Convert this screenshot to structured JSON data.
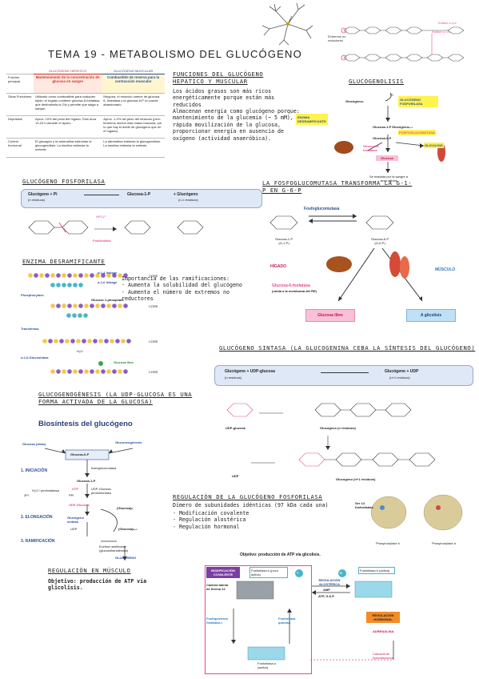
{
  "title": "TEMA 19 - METABOLISMO DEL GLUCÓGENO",
  "top_diagram": {
    "extremos": "Extremos no reductores",
    "enlace_a14": "Enlace α-1,4",
    "enlace_a16": "Enlace α-1,6"
  },
  "table": {
    "headers": [
      "GLUCÓGENO HEPÁTICO",
      "GLUCÓGENO MUSCULAR"
    ],
    "rows": [
      {
        "label": "Función principal",
        "hep": "Mantenimiento de la concentración de glucosa en sangre",
        "mus": "Combustible de reserva para la contracción muscular"
      },
      {
        "label": "Otras Funciones",
        "hep": "Utilizado como combustible para cualquier tejido: el hígado contiene glucosa-6-fosfatasa que desfosforila la Glc y permite que salga a sangre.",
        "mus": "Ninguna, el músculo carece de glucosa- 6- fosfatasa y la glucosa-6-P no puede abandonarlo."
      },
      {
        "label": "Depósitos",
        "hep": "Aprox. 10% del peso del hígado. Sólo dura 12-24 h durante el ayuno",
        "mus": "Aprox. 1-2% del peso del músculo (pero tenemos mucha más masa muscular, por lo que hay el doble de glucógeno que en el hígado)"
      },
      {
        "label": "Control hormonal",
        "hep": "El glucagón y la adrenalina estimulan la glucogenólisis. La insulina estimula la síntesis.",
        "mus": "La adrenalina estimula la glucogenólisis. La insulina estimula la síntesis."
      }
    ]
  },
  "funciones": {
    "heading": "FUNCIONES DEL GLUCÓGENO HEPÁTICO Y MUSCULAR",
    "text1": "Los ácidos grasos son más ricos energéticamente porque están más reducidos",
    "text2": "Almacenan energía como glucógeno porque: mantenimiento de la glucemia (~ 5 mM), rápida movilización de la glucosa, proporcionar energía en ausencia de oxígeno (actividad anaeróbica)."
  },
  "glucogenolisis": {
    "heading": "GLUCOGENOLISIS",
    "glucogeno_n": "Glucógenoₙ",
    "glucogeno_n1": "Glucógenoₙ₋₁",
    "pi": "Pi",
    "fosforilasa": "GLUCÓGENO FOSFORILASA",
    "desramificante": "ENZIMA DESRAMIFICANTE",
    "g1p": "Glucosa-1-P",
    "fosfoglucomutasa": "FOSFOGLUCOMUTASA",
    "g6p": "Glucosa-6-P",
    "g6fosfatasa": "Glucosa-6-fosfatasa",
    "glucosa": "Glucosa",
    "glicolisis": "GLICOLISIS",
    "traslado": "Se traslada por la sangre a otros tejidos"
  },
  "fosforilasa": {
    "heading": "GLUCÓGENO FOSFORILASA",
    "eq_left": "Glucógeno + Pi",
    "eq_left_sub": "(n residuos)",
    "eq_mid": "Glucosa-1-P",
    "eq_right": "+ Glucógeno",
    "eq_right_sub": "(n-1 residuos)",
    "fosforolisis": "Fosforolisis",
    "hpo4": "HPO₄²⁻"
  },
  "fosfoglucomutasa": {
    "heading": "LA FOSFOGLUCOMUTASA TRANSFORMA LA G-1-P EN G-6-P",
    "enzyme": "Fosfoglucomutasa",
    "g1p": "Glucosa-1-P",
    "g1p_sub": "(G-1-P)",
    "g6p": "Glucosa-6-P",
    "g6p_sub": "(G-6-P)",
    "higado": "HÍGADO",
    "musculo": "MÚSCULO",
    "g6fosfatasa": "Glucosa-6-fosfatasa",
    "g6fosfatasa_sub": "(unida a la membrana del RE)",
    "glucosa_libre": "Glucosa libre",
    "a_glicolisis": "A glicolisis"
  },
  "desramificante": {
    "heading": "ENZIMA DESRAMIFICANTE",
    "a14": "α-1,4 linkage",
    "a16": "α-1,6 linkage",
    "phosphorylase": "Phosphorylase",
    "g1phosphate": "Glucose 1-phosphate",
    "core": "CORE",
    "transferasa": "Transferasa",
    "glucosidasa": "α-1,6-Glucosidasa",
    "h2o": "H₂O",
    "glucosa_libre": "Glucosa libre"
  },
  "ramificaciones": {
    "title": "Importancia de las ramificaciones:",
    "items": [
      "Aumenta la solubilidad del glucógeno",
      "Aumenta el número de extremos no reductores"
    ]
  },
  "sintasa": {
    "heading": "GLUCÓGENO SINTASA",
    "heading_rest": "(LA GLUCOGENINA CEBA LA SÍNTESIS DEL GLUCÓGENO)",
    "eq_left": "Glucógeno + UDP-glucosa",
    "eq_left_sub": "(n residuos)",
    "eq_right": "Glucógeno + UDP",
    "eq_right_sub": "(n+1 residuos)",
    "udp_glucosa": "UDP-glucosa",
    "glucogeno_n": "Glucógeno (n residuos)",
    "udp": "UDP",
    "glucogeno_n1": "Glucógeno (n+1 residuos)"
  },
  "glucogenogenesis": {
    "heading": "GLUCOGENOGÉNESIS",
    "heading_rest": "(LA UDP-GLUCOSA ES UNA FORMA ACTIVADA DE LA GLUCOSA)",
    "title": "Biosíntesis del glucógeno",
    "glucosa_dieta": "Glucosa (dieta)",
    "gluconeogenesis": "Gluconeogénesis",
    "g6p": "Glucosa-6-P",
    "fosfoglucomutasa": "fosfoglucomutasa",
    "g1p": "Glucosa-1-P",
    "iniciacion": "1. INICIACIÓN",
    "utp": "UTP",
    "pirofosforilasa": "UDP-Glucosa-pirofosforilasa",
    "ppi": "PPi",
    "pi2": "2Pi",
    "pirofosfatasa": "H₂O / pirofosfatasa",
    "udp_glucosa": "UDP-Glucosa",
    "elongacion": "2. ELONGACIÓN",
    "sintasa": "Glucógeno sintasa",
    "glucosa_n": "(Glucosa)ₙ",
    "udp": "UDP",
    "glucosa_n1": "(Glucosa)ₙ₊₁",
    "ramificacion": "3. RAMIFICACIÓN",
    "ramificante": "Enzima ramificante (glucosiltransferasa)",
    "glucogeno": "GLUCÓGENO"
  },
  "regulacion": {
    "heading": "REGULACIÓN DE LA GLUCÓGENO FOSFORILASA",
    "text": "Dímero de subunidades idénticas (97 kDa cada una)",
    "items": [
      "Modificación covalente",
      "Regulación alostérica",
      "Regulación hormonal"
    ],
    "ser14": "Ser 14 fosforiladas",
    "fosforilasa_b": "Phosphorylase b",
    "fosforilasa_a": "Phosphorylase a"
  },
  "musculo": {
    "heading": "REGULACIÓN EN MÚSCULO",
    "objetivo": "Objetivo: producción de ATP vía glicolisis."
  },
  "reg_diagram": {
    "title": "Objetivo: producción de ATP vía glicolisis.",
    "covalente": "MODIFICACIÓN COVALENTE",
    "fosf_b_poco": "Fosforilasa b (poco activa)",
    "cadena": "Cadena lateral de Serina 14",
    "alosterica": "REGULACIÓN ALOSTÉRICA",
    "amp": "AMP",
    "atp": "ATP, G-6-P",
    "fosf_b_act": "Fosforilasa b (activa)",
    "quinasa": "Fosforilasa quinasa",
    "fosfatasa": "Fosfoproteína fosfatasa I",
    "hormonal": "REGULACIÓN HORMONAL",
    "adrenalina": "ADRENALINA",
    "cascada": "Cascada de fosforilaciones",
    "fosf_a": "Fosforilasa a (activa)",
    "t": "T",
    "r": "R"
  },
  "colors": {
    "blue_box": "#dfe8f7",
    "pink": "#e84a8a",
    "orange": "#f28c28",
    "yellow": "#fff34d",
    "teal": "#47b6c9",
    "purple": "#7a3fa0"
  }
}
